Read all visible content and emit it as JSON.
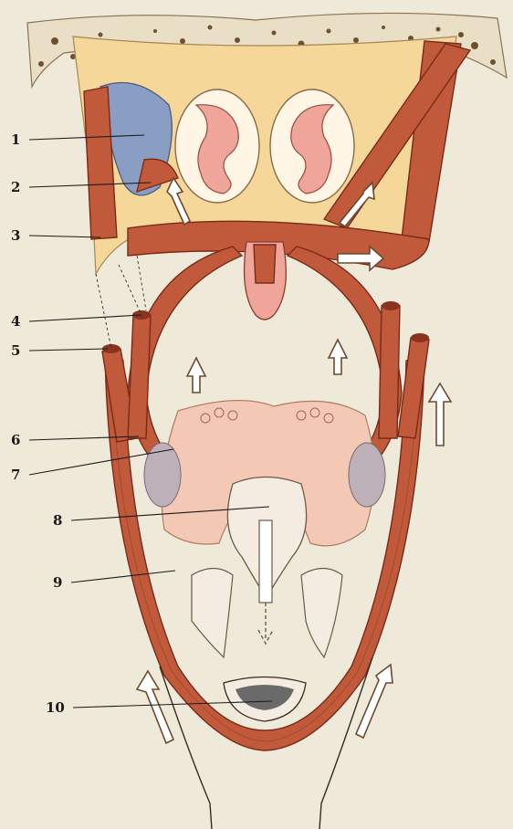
{
  "callouts": [
    {
      "num": "1"
    },
    {
      "num": "2"
    },
    {
      "num": "3"
    },
    {
      "num": "4"
    },
    {
      "num": "5"
    },
    {
      "num": "6"
    },
    {
      "num": "7"
    },
    {
      "num": "8"
    },
    {
      "num": "9"
    },
    {
      "num": "10"
    }
  ],
  "colors": {
    "background": "#efe9d9",
    "skull_base": "#f5d79a",
    "bone_speckle": "#6e5030",
    "muscle": "#c05a3a",
    "muscle_dark": "#7a2a18",
    "cartilage_blue": "#8a9ec4",
    "choanae_pink": "#f0a59a",
    "tongue_tissue": "#f3c9b5",
    "tonsil_grey": "#bdb0b8",
    "larynx_cream": "#f4ece0",
    "arrow_fill": "#ffffff"
  }
}
